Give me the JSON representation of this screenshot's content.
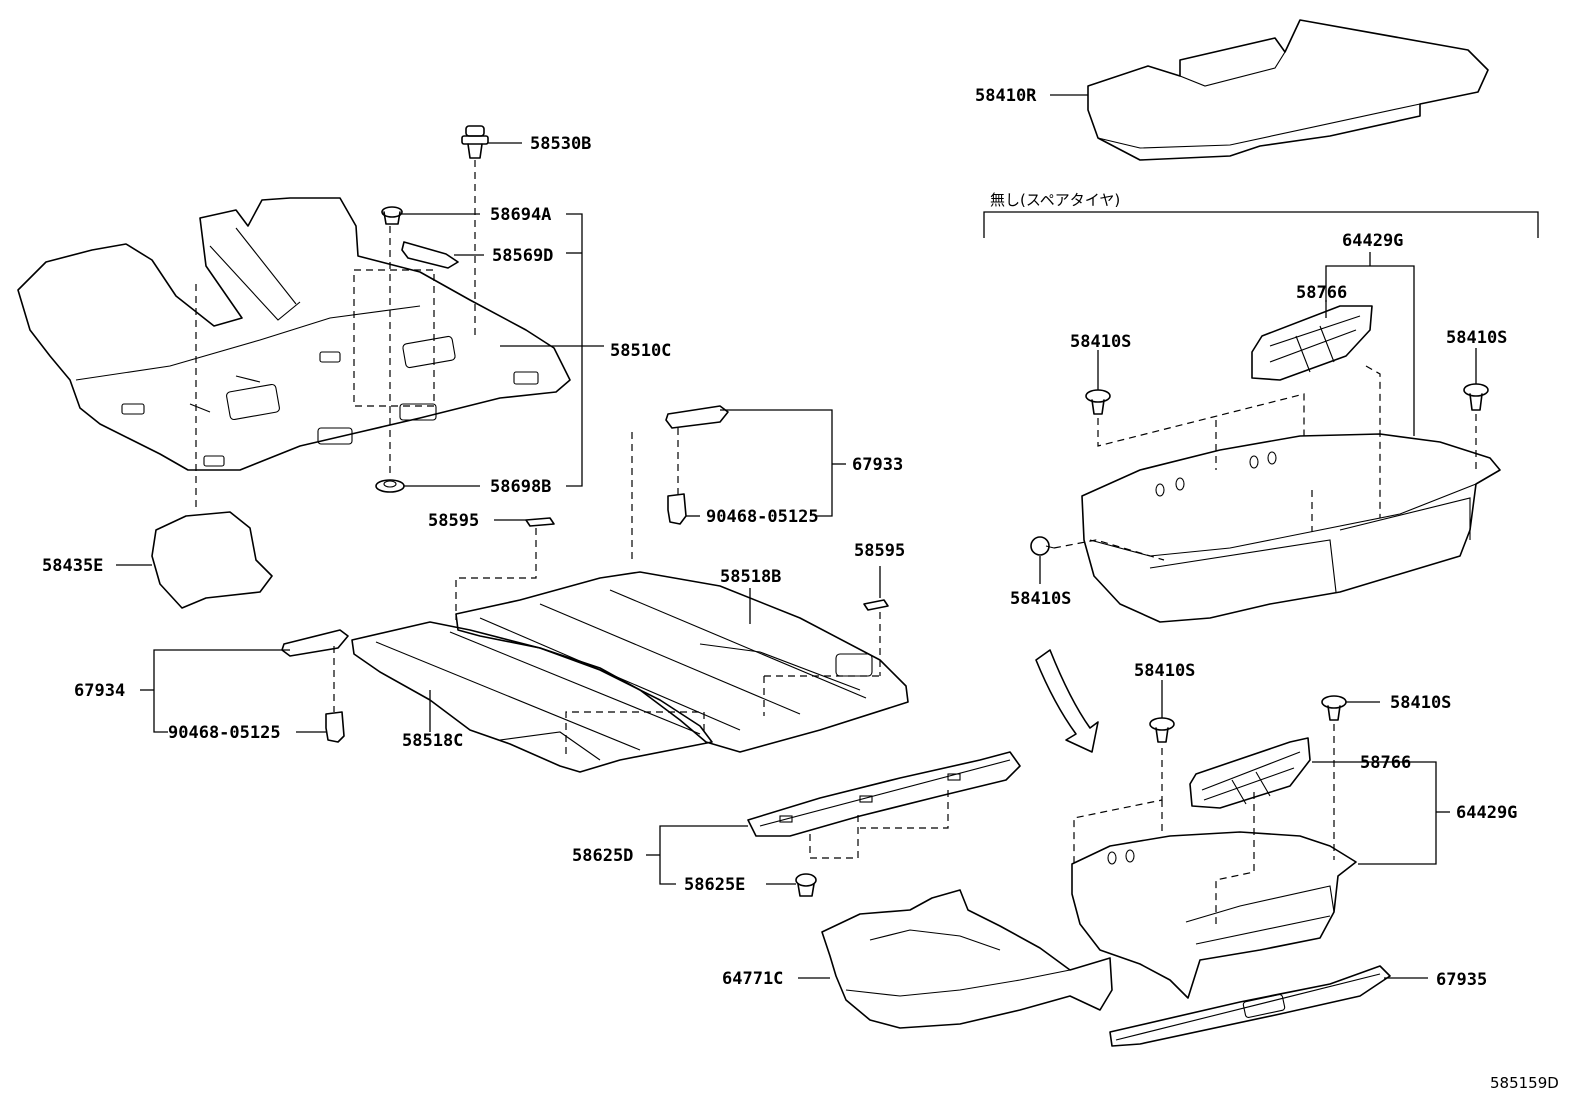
{
  "labels": {
    "l58410R": "58410R",
    "l58530B": "58530B",
    "l58694A": "58694A",
    "l58569D": "58569D",
    "l58510C": "58510C",
    "l58698B": "58698B",
    "l58435E": "58435E",
    "l58595a": "58595",
    "l58595b": "58595",
    "l67933": "67933",
    "l90468a": "90468-05125",
    "l58518B": "58518B",
    "l58518C": "58518C",
    "l67934": "67934",
    "l90468b": "90468-05125",
    "l58625D": "58625D",
    "l58625E": "58625E",
    "l64771C": "64771C",
    "l64429Ga": "64429G",
    "l58766a": "58766",
    "l58410Sa": "58410S",
    "l58410Sb": "58410S",
    "l58410Sc": "58410S",
    "l58410Sd": "58410S",
    "l58410Se": "58410S",
    "l58766b": "58766",
    "l64429Gb": "64429G",
    "l67935": "67935"
  },
  "note": "無し(スペアタイヤ)",
  "reference": "585159D"
}
